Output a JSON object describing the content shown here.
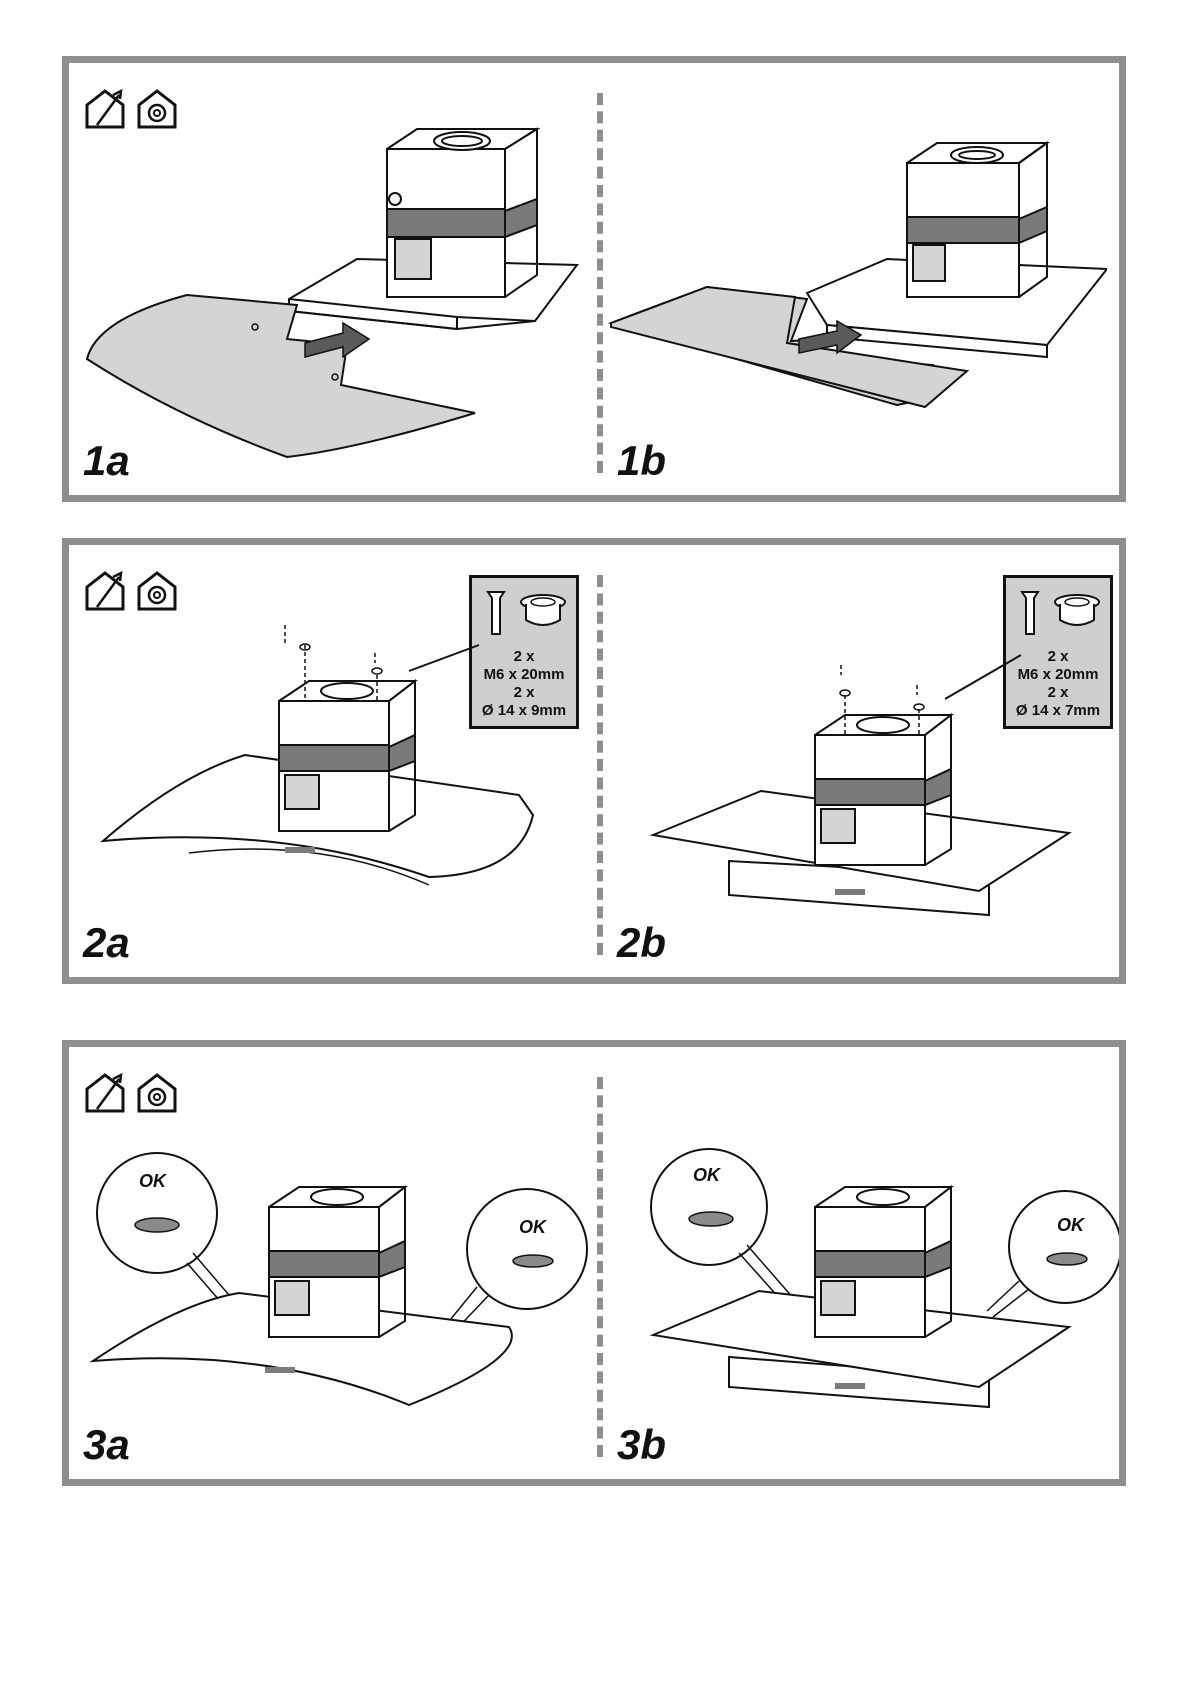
{
  "panels": [
    {
      "id": "panel-1",
      "labels": [
        "1a",
        "1b"
      ]
    },
    {
      "id": "panel-2",
      "labels": [
        "2a",
        "2b"
      ],
      "parts_a": [
        "2 x",
        "M6 x 20mm",
        "2 x",
        "Ø 14 x 9mm"
      ],
      "parts_b": [
        "2 x",
        "M6 x 20mm",
        "2 x",
        "Ø 14 x 7mm"
      ]
    },
    {
      "id": "panel-3",
      "labels": [
        "3a",
        "3b"
      ],
      "ok": "OK"
    }
  ],
  "icons": [
    "ducted-exhaust-icon",
    "recirculation-icon"
  ],
  "colors": {
    "frame": "#8e8e8e",
    "filter_gray": "#d4d4d4",
    "tape": "#7a7a7a",
    "parts_box": "#cfcfcf"
  }
}
